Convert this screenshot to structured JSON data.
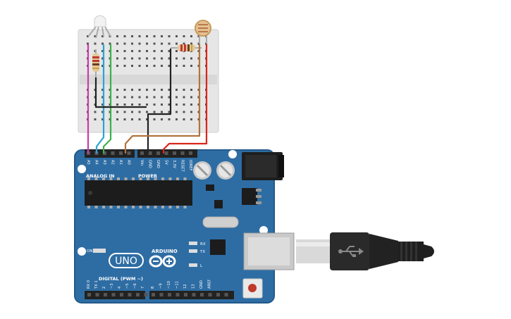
{
  "board": {
    "name": "UNO",
    "brand": "ARDUINO",
    "header_analog": "ANALOG IN",
    "header_power": "POWER",
    "header_digital": "DIGITAL (PWM ~)",
    "pin_labels_analog": [
      "A5",
      "A4",
      "A3",
      "A2",
      "A1",
      "A0"
    ],
    "pin_labels_power": [
      "Vin",
      "GND",
      "GND",
      "5V",
      "3.3V",
      "RESET",
      "IOREF"
    ],
    "pin_labels_digital": [
      "RX 0",
      "TX 1",
      "2",
      "~3",
      "4",
      "~5",
      "~6",
      "7",
      "8",
      "~9",
      "~10",
      "~11",
      "12",
      "13",
      "GND",
      "AREF"
    ],
    "led_on": "ON",
    "led_l": "L",
    "led_tx": "TX",
    "led_rx": "RX",
    "color": "#2e6da4"
  },
  "usb": {
    "icon": "usb-icon"
  },
  "wires": [
    {
      "name": "magenta-wire",
      "color": "#c83ca8"
    },
    {
      "name": "blue-wire",
      "color": "#2aa3d8"
    },
    {
      "name": "green-wire",
      "color": "#3db04b"
    },
    {
      "name": "black-wire",
      "color": "#222222"
    },
    {
      "name": "brown-wire",
      "color": "#b0743d"
    },
    {
      "name": "red-wire",
      "color": "#d9261c"
    }
  ]
}
